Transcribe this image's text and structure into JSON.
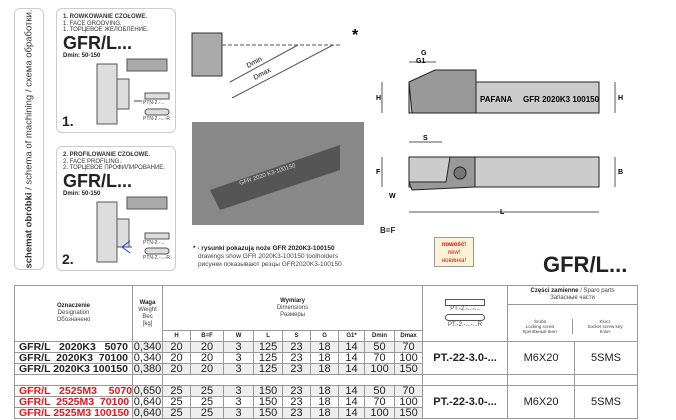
{
  "sidebar": {
    "label_bold": "schemat obróbki",
    "label_rest": " / schema of machining / схема обработки."
  },
  "cards": [
    {
      "pl": "1. ROWKOWANIE CZOŁOWE.",
      "en": "1. FACE GROOVING.",
      "ru": "1. ТОРЦЕВОЕ ЖЕЛОБЛЕНИЕ.",
      "code": "GFR/L...",
      "dmin": "Dmin: 50-150",
      "num": "1.",
      "insert1": "PTN-2.-...",
      "insert2": "PTN-2.-...-R"
    },
    {
      "pl": "2. PROFILOWANIE CZOŁOWE.",
      "en": "2. FACE PROFILING.",
      "ru": "2. ТОРЦЕВОЕ ПРОФИЛИРОВАНИЕ.",
      "code": "GFR/L...",
      "dmin": "Dmin: 50-150",
      "num": "2.",
      "insert1": "PTN-2.-...",
      "insert2": "PTN-2.-...-R"
    }
  ],
  "drawing": {
    "asterisk": "*",
    "dmin": "Dmin",
    "dmax": "Dmax",
    "g": "G",
    "g1": "G1",
    "h": "H",
    "s": "S",
    "f": "F",
    "b": "B",
    "w": "W",
    "l": "L",
    "bf": "B=F",
    "brand": "PAFANA",
    "marking": "GFR 2020K3 100150",
    "photo_marking": "GFR 2020 K3-100150"
  },
  "note": {
    "pl": "* - rysunki pokazują noże GFR 2020K3-100150",
    "en": "drawings show GFR 2020K3-100150 toolholders",
    "ru": "рисунки показывают  резцы GFR2020K3-100150"
  },
  "badge": {
    "pl": "nowość!",
    "en": "new!",
    "ru": "новинка!"
  },
  "title": "GFR/L...",
  "table": {
    "designation": {
      "pl": "Oznaczenie",
      "en": "Designation",
      "ru": "Обозначено"
    },
    "weight": {
      "pl": "Waga",
      "en": "Weight",
      "ru": "Вес",
      "unit": "[kg]"
    },
    "dimensions": {
      "pl": "Wymiary",
      "en": "Dimensions",
      "ru": "Размеры"
    },
    "columns": [
      "H",
      "B=F",
      "W",
      "L",
      "S",
      "G",
      "G1*",
      "Dmin",
      "Dmax"
    ],
    "inserts": {
      "a": "PT.-2.-...-...",
      "b": "PT.-2.-...-...R"
    },
    "spare": {
      "pl": "Części zamienne",
      "en": "/ Sparo parts",
      "ru": "Запасные части",
      "screw": {
        "pl": "Śruba",
        "en": "Locking screw",
        "ru": "Крепёжный винт"
      },
      "key": {
        "pl": "Klucz",
        "en": "Socket screw key",
        "ru": "Ключ"
      }
    },
    "groups": [
      {
        "insert": "PT.-22-3.0-...",
        "screw": "M6X20",
        "key": "5SMS",
        "red": false,
        "rows": [
          {
            "name": "GFR/L   2020K3   5070",
            "weight": "0,340",
            "dims": [
              "20",
              "20",
              "3",
              "125",
              "23",
              "18",
              "14",
              "50",
              "70"
            ]
          },
          {
            "name": "GFR/L  2020K3  70100",
            "weight": "0,340",
            "dims": [
              "20",
              "20",
              "3",
              "125",
              "23",
              "18",
              "14",
              "70",
              "100"
            ]
          },
          {
            "name": "GFR/L 2020K3 100150",
            "weight": "0,380",
            "dims": [
              "20",
              "20",
              "3",
              "125",
              "23",
              "18",
              "14",
              "100",
              "150"
            ]
          }
        ]
      },
      {
        "insert": "PT.-22-3.0-...",
        "screw": "M6X20",
        "key": "5SMS",
        "red": true,
        "rows": [
          {
            "name": "GFR/L   2525M3    5070",
            "weight": "0,650",
            "dims": [
              "25",
              "25",
              "3",
              "150",
              "23",
              "18",
              "14",
              "50",
              "70"
            ]
          },
          {
            "name": "GFR/L  2525M3  70100",
            "weight": "0,640",
            "dims": [
              "25",
              "25",
              "3",
              "150",
              "23",
              "18",
              "14",
              "70",
              "100"
            ]
          },
          {
            "name": "GFR/L 2525M3 100150",
            "weight": "0,640",
            "dims": [
              "25",
              "25",
              "3",
              "150",
              "23",
              "18",
              "14",
              "100",
              "150"
            ]
          }
        ]
      }
    ]
  }
}
